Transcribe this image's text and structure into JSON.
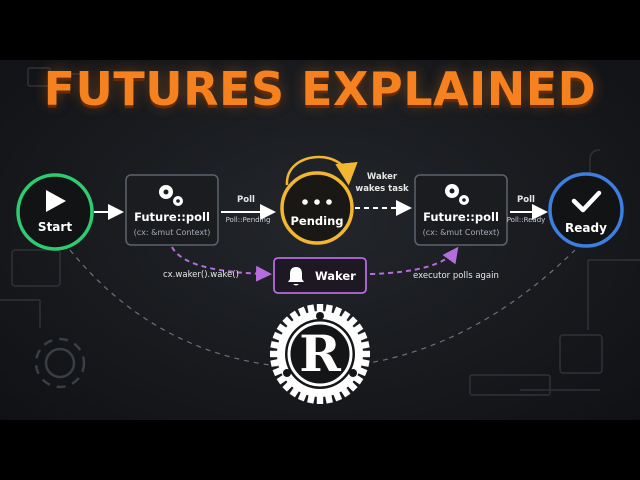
{
  "title": "FUTURES EXPLAINED",
  "colors": {
    "title_orange": "#f5821f",
    "start_green": "#2ecc71",
    "ready_blue": "#3d7fe0",
    "pending_yellow": "#f2b630",
    "waker_purple": "#b46ddc",
    "box_border": "#5c636e"
  },
  "nodes": {
    "start": {
      "label": "Start",
      "icon": "play-icon"
    },
    "poll1": {
      "label": "Future::poll",
      "sub": "(cx: &mut Context)",
      "icon": "gears-icon"
    },
    "pending": {
      "label": "Pending",
      "icon": "dots-icon"
    },
    "poll2": {
      "label": "Future::poll",
      "sub": "(cx: &mut Context)",
      "icon": "gears-icon"
    },
    "ready": {
      "label": "Ready",
      "icon": "check-icon"
    },
    "waker": {
      "label": "Waker",
      "icon": "bell-icon"
    }
  },
  "edges": {
    "poll1_label": "Poll",
    "poll1_sub": "Poll::Pending",
    "waker_top": "Waker",
    "waker_bottom": "wakes task",
    "poll2_label": "Poll",
    "poll2_sub": "Poll::Ready",
    "wake_call": "cx.waker().wake()",
    "executor": "executor polls again"
  },
  "logo": {
    "letter": "R",
    "icon": "rust-logo-icon"
  }
}
